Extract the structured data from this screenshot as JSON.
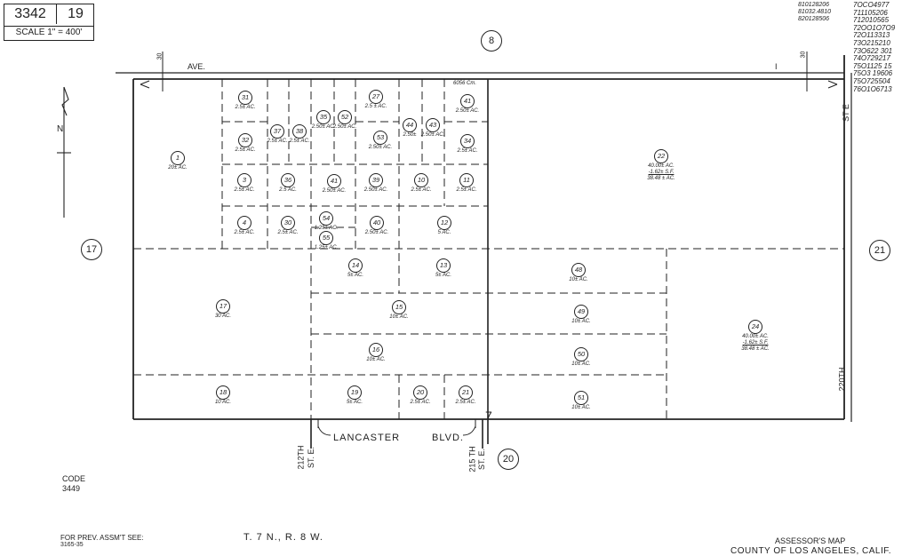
{
  "header": {
    "map_number": "3342",
    "page_number": "19",
    "scale": "SCALE 1\" = 400'"
  },
  "doc_numbers": [
    "7OCO4977",
    "711105206",
    "712010565",
    "72OO1O7O9",
    "72O113313",
    "73O215210",
    "73O622 301",
    "74O729217",
    "75O1125 15",
    "75O3 19606",
    "75O725504",
    "76O1O6713"
  ],
  "side_numbers": [
    "810128206",
    "81032.4810",
    "820128506"
  ],
  "streets": {
    "ave": "AVE.",
    "top_right_i": "I",
    "ave_width_left": "30",
    "ave_width_right": "30",
    "cm": "6056 Cm.",
    "right_top": "ST E",
    "right_bottom": "220TH",
    "lancaster": "LANCASTER",
    "blvd": "BLVD.",
    "st212_a": "212TH",
    "st212_b": "ST. E.",
    "st215_a": "215 TH",
    "st215_b": "ST. E.",
    "section_line": "7"
  },
  "adjacent_pages": [
    "8",
    "17",
    "21",
    "20"
  ],
  "code_label": "CODE",
  "code_value": "3449",
  "prev_assmt": "FOR PREV. ASSM'T SEE:",
  "prev_value": "3165-35",
  "township": "T. 7 N., R. 8 W.",
  "footer_1": "ASSESSOR'S MAP",
  "footer_2": "COUNTY OF LOS ANGELES, CALIF.",
  "north": "N",
  "parcels": [
    {
      "n": "31",
      "a": "2.5± AC."
    },
    {
      "n": "32",
      "a": "2.5± AC."
    },
    {
      "n": "37",
      "a": "2.5± AC."
    },
    {
      "n": "38",
      "a": "2.5± AC."
    },
    {
      "n": "35",
      "a": "2.50± AC."
    },
    {
      "n": "52",
      "a": "2.50± AC."
    },
    {
      "n": "27",
      "a": "2.5 ± AC."
    },
    {
      "n": "53",
      "a": "2.50± AC."
    },
    {
      "n": "44",
      "a": "2.50±"
    },
    {
      "n": "43",
      "a": "2.50± AC."
    },
    {
      "n": "41",
      "a": "2.50± AC."
    },
    {
      "n": "34",
      "a": "2.5± AC."
    },
    {
      "n": "1",
      "a": "20± AC."
    },
    {
      "n": "3",
      "a": "2.5± AC."
    },
    {
      "n": "36",
      "a": "2.5 AC."
    },
    {
      "n": "41",
      "a": "2.50± AC."
    },
    {
      "n": "39",
      "a": "2.50± AC."
    },
    {
      "n": "10",
      "a": "2.5± AC."
    },
    {
      "n": "11",
      "a": "2.5± AC."
    },
    {
      "n": "4",
      "a": "2.5± AC."
    },
    {
      "n": "30",
      "a": "2.5± AC."
    },
    {
      "n": "54",
      "a": "1.25± AC."
    },
    {
      "n": "55",
      "a": "1.25± AC."
    },
    {
      "n": "40",
      "a": "2.50± AC."
    },
    {
      "n": "12",
      "a": "5 AC."
    },
    {
      "n": "14",
      "a": "5± AC."
    },
    {
      "n": "13",
      "a": "5± AC."
    },
    {
      "n": "48",
      "a": "10± AC."
    },
    {
      "n": "17",
      "a": "30 AC."
    },
    {
      "n": "15",
      "a": "10± AC."
    },
    {
      "n": "49",
      "a": "10± AC."
    },
    {
      "n": "16",
      "a": "10± AC."
    },
    {
      "n": "50",
      "a": "10± AC."
    },
    {
      "n": "18",
      "a": "10 AC."
    },
    {
      "n": "19",
      "a": "5± AC."
    },
    {
      "n": "20",
      "a": "2.5± AC."
    },
    {
      "n": "21",
      "a": "2.5± AC."
    },
    {
      "n": "51",
      "a": "10± AC."
    },
    {
      "n": "22",
      "a": "40.00± AC.",
      "b": "-1.62± S.F.",
      "c": "38.48 ± AC."
    },
    {
      "n": "24",
      "a": "40.00± AC.",
      "b": "-1.62± S.F.",
      "c": "38.48 ± AC."
    }
  ]
}
